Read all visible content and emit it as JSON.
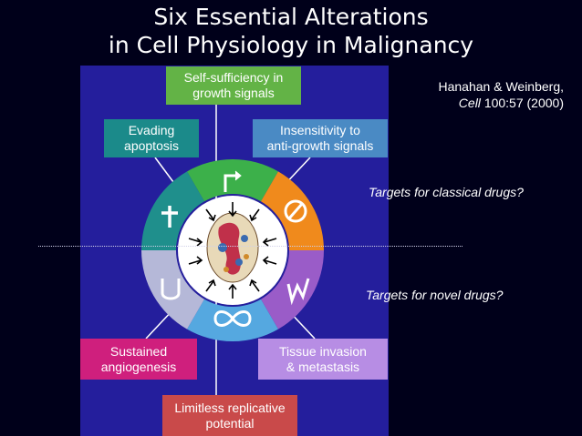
{
  "title": {
    "line1": "Six Essential Alterations",
    "line2": "in Cell Physiology in Malignancy"
  },
  "reference": {
    "authors": "Hanahan & Weinberg,",
    "journal": "Cell",
    "citation": "100:57 (2000)"
  },
  "hallmarks": {
    "self_sufficiency": {
      "line1": "Self-sufficiency in",
      "line2": "growth signals",
      "color": "#63b346"
    },
    "evading": {
      "line1": "Evading",
      "line2": "apoptosis",
      "color": "#1b8a8a"
    },
    "insensitivity": {
      "line1": "Insensitivity to",
      "line2": "anti-growth signals",
      "color": "#4a8ac4"
    },
    "angiogenesis": {
      "line1": "Sustained",
      "line2": "angiogenesis",
      "color": "#cf1f7d"
    },
    "invasion": {
      "line1": "Tissue invasion",
      "line2": "& metastasis",
      "color": "#b78de4"
    },
    "replicative": {
      "line1": "Limitless replicative",
      "line2": "potential",
      "color": "#c94a4a"
    }
  },
  "notes": {
    "classical": "Targets for classical drugs?",
    "novel": "Targets for novel drugs?"
  },
  "colors": {
    "background": "#00001a",
    "panel": "#241e9c",
    "segment_self": "#3cb04a",
    "segment_insens": "#f08a1c",
    "segment_invasion": "#9a5cc8",
    "segment_replicative": "#55a8e0",
    "segment_angio": "#b5b8d8",
    "segment_evade": "#1f8f8c"
  },
  "icons": [
    "arrow-icon",
    "no-sign-icon",
    "zigzag-icon",
    "infinity-icon",
    "cup-icon",
    "cross-icon"
  ]
}
